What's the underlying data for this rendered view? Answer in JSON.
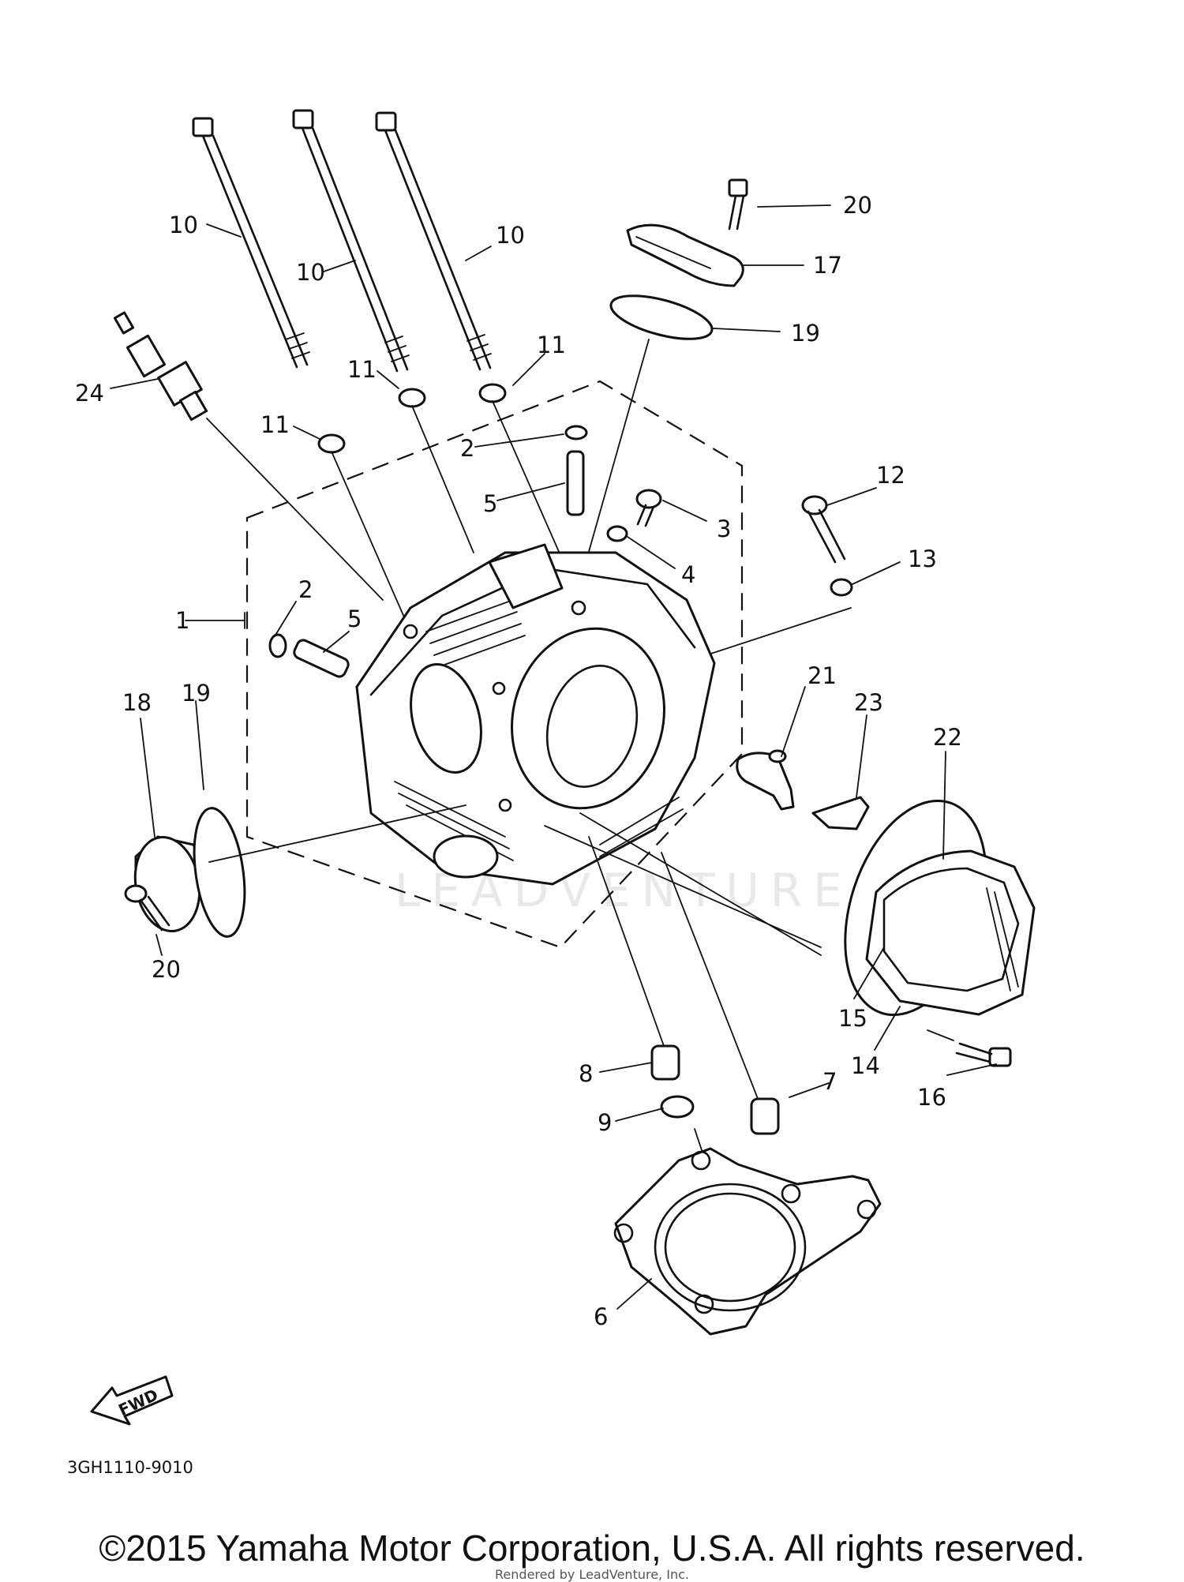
{
  "diagram": {
    "drawing_code": "3GH1110-9010",
    "watermark": "LEADVENTURE",
    "fwd_label": "FWD",
    "callouts": {
      "c1": "1",
      "c2a": "2",
      "c2b": "2",
      "c3": "3",
      "c4": "4",
      "c5a": "5",
      "c5b": "5",
      "c6": "6",
      "c7": "7",
      "c8": "8",
      "c9": "9",
      "c10a": "10",
      "c10b": "10",
      "c10c": "10",
      "c11a": "11",
      "c11b": "11",
      "c11c": "11",
      "c12": "12",
      "c13": "13",
      "c14": "14",
      "c15": "15",
      "c16": "16",
      "c17": "17",
      "c18": "18",
      "c19a": "19",
      "c19b": "19",
      "c20a": "20",
      "c20b": "20",
      "c21": "21",
      "c22": "22",
      "c23": "23",
      "c24": "24"
    }
  },
  "footer": {
    "copyright": "©2015 Yamaha Motor Corporation, U.S.A. All rights reserved.",
    "rendered_by": "Rendered by LeadVenture, Inc."
  },
  "colors": {
    "ink": "#111111",
    "background": "#ffffff",
    "watermark": "#e8e8e8"
  }
}
